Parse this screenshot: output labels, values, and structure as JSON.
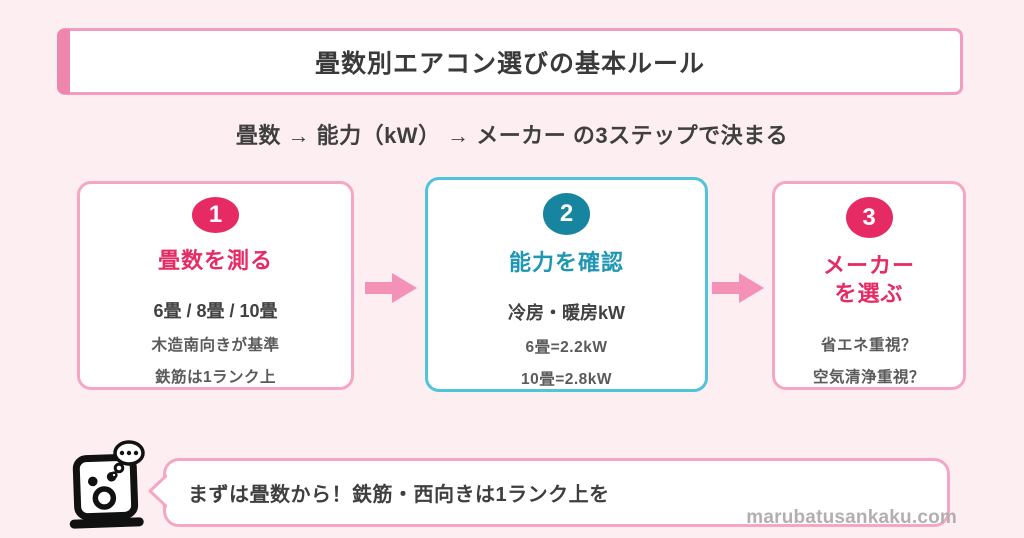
{
  "header": {
    "title": "畳数別エアコン選びの基本ルール"
  },
  "subtitle": "畳数 → 能力（kW） → メーカー の3ステップで決まる",
  "steps": [
    {
      "number": "1",
      "title_lines": [
        "畳数を測る"
      ],
      "highlight": "6畳 / 8畳 / 10畳",
      "lines": [
        "木造南向きが基準",
        "鉄筋は1ランク上"
      ]
    },
    {
      "number": "2",
      "title_lines": [
        "能力を確認"
      ],
      "highlight": "冷房・暖房kW",
      "lines": [
        "6畳=2.2kW",
        "10畳=2.8kW"
      ]
    },
    {
      "number": "3",
      "title_lines": [
        "メーカー",
        "を選ぶ"
      ],
      "highlight": "",
      "lines": [
        "省エネ重視？",
        "空気清浄重視？"
      ]
    }
  ],
  "callout": {
    "message": "まずは畳数から！鉄筋・西向きは1ランク上を"
  },
  "watermark": "marubatusankaku.com",
  "colors": {
    "background": "#fdeef1",
    "pink_accent": "#e62a63",
    "teal_heading": "#1e96b4",
    "teal_circle": "#17859f",
    "pink_border": "#f6a6c4",
    "teal_border": "#4fc4da",
    "arrow_pink": "#f491b6",
    "header_accent": "#ee86ad",
    "text_dark": "#3a3a3a",
    "text_gray": "#5a5a5a",
    "watermark_gray": "#b4aeb1"
  }
}
